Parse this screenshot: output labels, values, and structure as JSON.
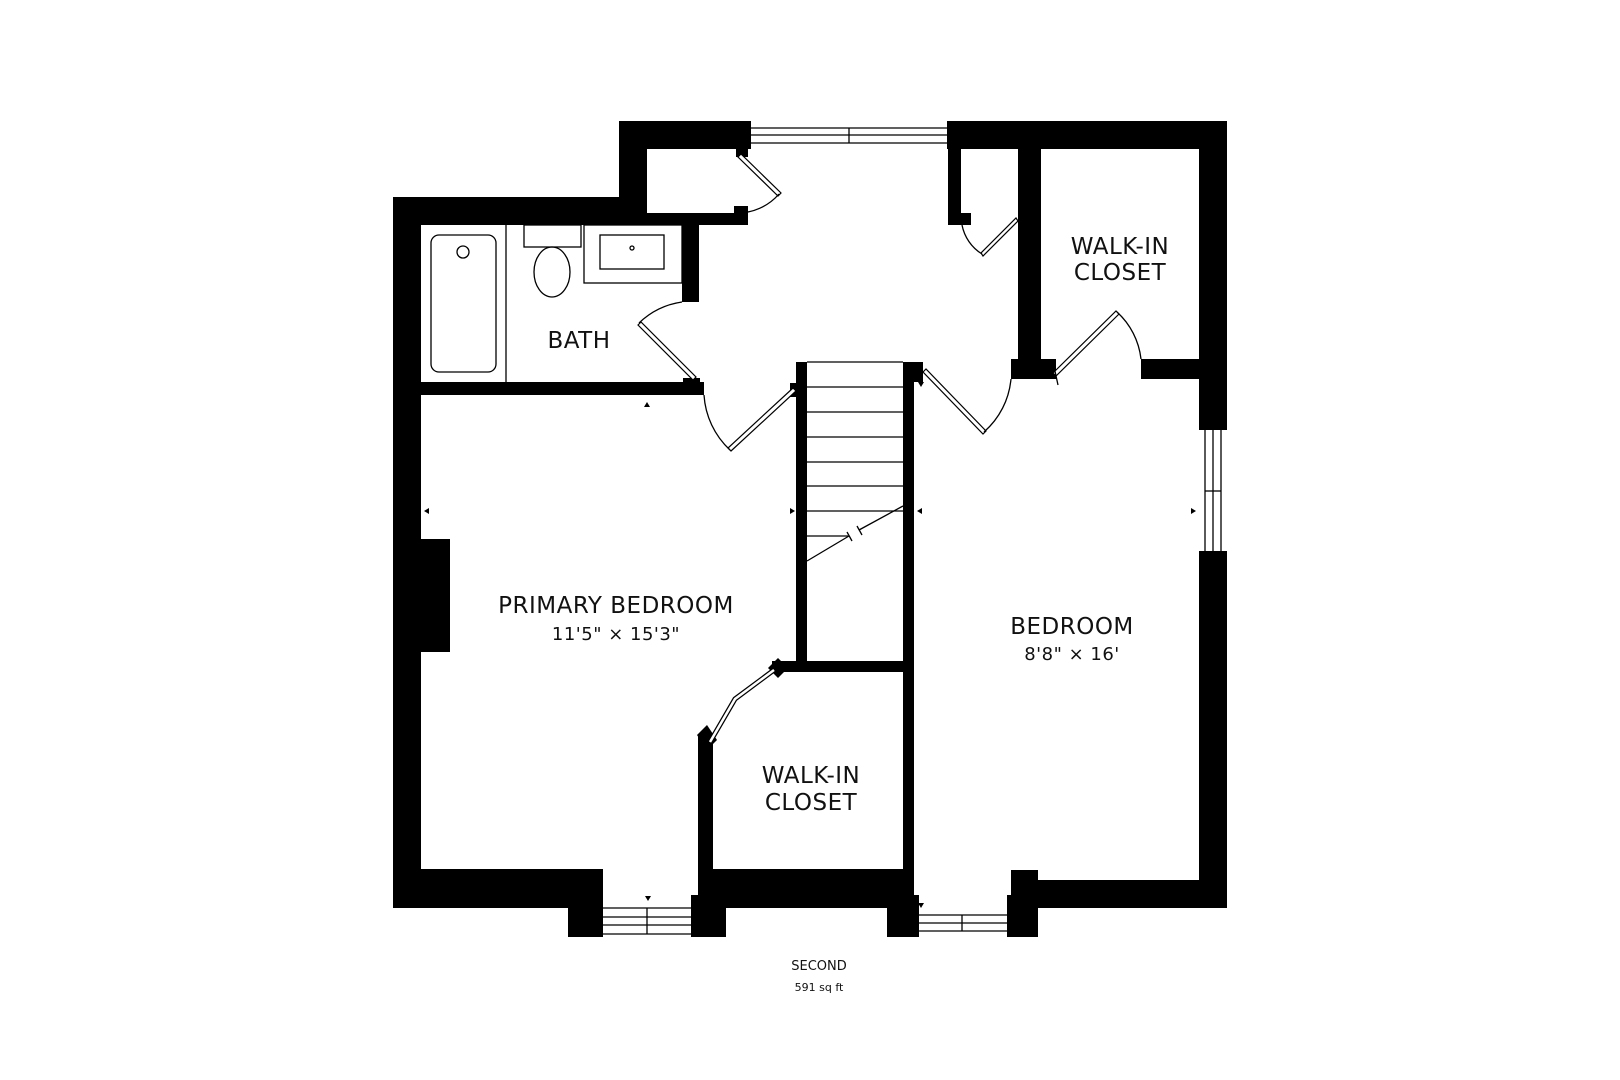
{
  "plan": {
    "floor_name": "SECOND",
    "area": "591 sq ft",
    "colors": {
      "wall": "#000000",
      "background": "#ffffff",
      "text": "#111111"
    }
  },
  "rooms": {
    "bath": {
      "name": "BATH"
    },
    "walkin_closet_upper": {
      "name_line1": "WALK-IN",
      "name_line2": "CLOSET"
    },
    "primary_bedroom": {
      "name": "PRIMARY BEDROOM",
      "dimensions": "11'5\" × 15'3\""
    },
    "bedroom": {
      "name": "BEDROOM",
      "dimensions": "8'8\" × 16'"
    },
    "walkin_closet_lower": {
      "name_line1": "WALK-IN",
      "name_line2": "CLOSET"
    }
  },
  "fixtures": [
    "bathtub",
    "toilet",
    "vanity-sink",
    "staircase",
    "fireplace"
  ]
}
